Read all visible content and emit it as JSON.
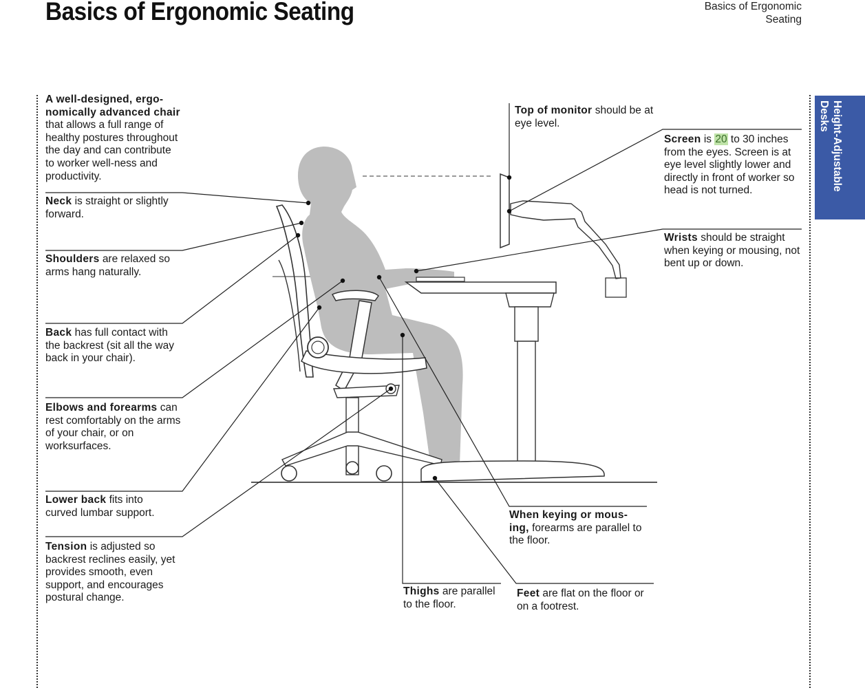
{
  "page": {
    "title": "Basics of Ergonomic Seating",
    "header_note_line1": "Basics of Ergonomic",
    "header_note_line2": "Seating",
    "side_tab": "Height-Adjustable Desks"
  },
  "callouts": {
    "chair": {
      "bold": "A well-designed, ergo-nomically advanced chair",
      "text": "that allows a full range of healthy postures throughout the day and can contribute to worker well-ness and productivity."
    },
    "neck": {
      "bold": "Neck",
      "text": "is straight or slightly forward."
    },
    "shoulders": {
      "bold": "Shoulders",
      "text": "are relaxed so arms hang naturally."
    },
    "back": {
      "bold": "Back",
      "text": "has full contact with the backrest (sit all the way back in your chair)."
    },
    "elbows": {
      "bold": "Elbows and forearms",
      "text": "can rest comfortably on the arms of your chair, or on worksurfaces."
    },
    "lower_back": {
      "bold": "Lower back",
      "text": "fits into curved lumbar support."
    },
    "tension": {
      "bold": "Tension",
      "text": "is adjusted so backrest reclines easily, yet provides smooth, even support, and encourages postural change."
    },
    "monitor": {
      "bold": "Top of monitor",
      "text": "should be at eye level."
    },
    "screen": {
      "bold": "Screen",
      "pre": "is",
      "highlight": "20",
      "text": "to 30 inches from the eyes. Screen is at eye level slightly lower and directly in front of worker so head is not turned."
    },
    "wrists": {
      "bold": "Wrists",
      "text": "should be straight when keying or mousing, not bent up or down."
    },
    "keying": {
      "bold": "When keying or mous-ing,",
      "text": "forearms are parallel to the floor."
    },
    "thighs": {
      "bold": "Thighs",
      "text": "are parallel to the floor."
    },
    "feet": {
      "bold": "Feet",
      "text": "are flat on the floor or on a footrest."
    }
  },
  "colors": {
    "side_tab": "#3b5aa6",
    "figure": "#bdbdbd",
    "highlight": "#bfe3a8"
  }
}
